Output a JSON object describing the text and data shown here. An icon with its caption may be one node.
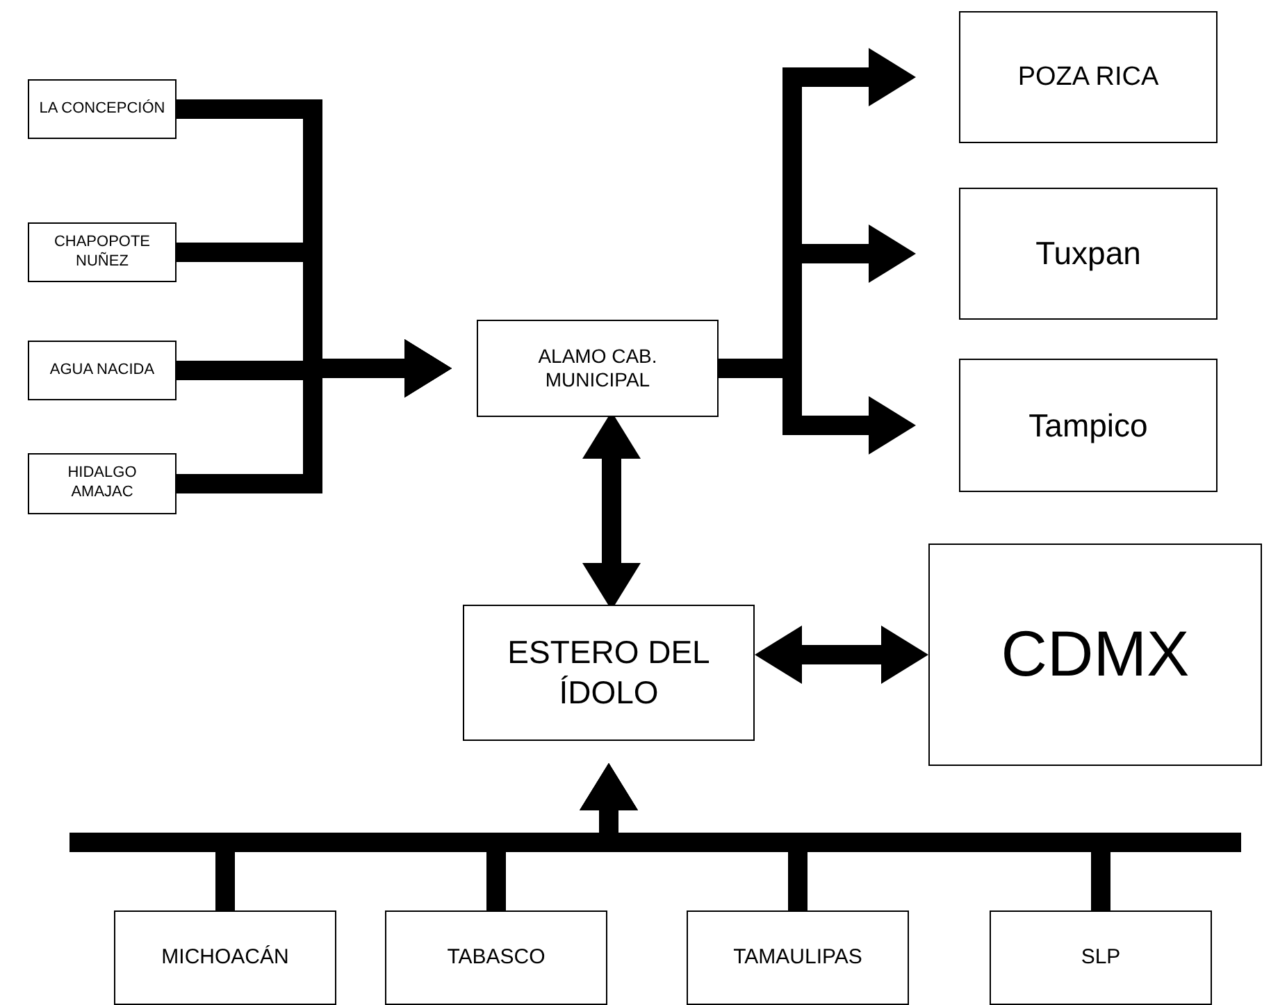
{
  "diagram": {
    "nodes": [
      {
        "text": [
          "LA CONCEPCIÓN"
        ]
      },
      {
        "text": [
          "CHAPOPOTE NUÑEZ"
        ]
      },
      {
        "text": [
          "AGUA NACIDA"
        ]
      },
      {
        "text": [
          "HIDALGO AMAJAC"
        ]
      },
      {
        "text": [
          "ALAMO CAB. MUNICIPAL"
        ]
      },
      {
        "text": [
          "POZA RICA"
        ]
      },
      {
        "text": [
          "Tuxpan"
        ]
      },
      {
        "text": [
          "Tampico"
        ]
      },
      {
        "text": [
          "ESTERO DEL ÍDOLO"
        ]
      },
      {
        "text": [
          "CDMX"
        ]
      },
      {
        "text": [
          "MICHOACÁN"
        ]
      },
      {
        "text": [
          "TABASCO"
        ]
      },
      {
        "text": [
          "TAMAULIPAS"
        ]
      },
      {
        "text": [
          "SLP"
        ]
      }
    ],
    "edges": [
      {
        "from": 0,
        "to": 4,
        "arrow": "to"
      },
      {
        "from": 1,
        "to": 4,
        "arrow": "to"
      },
      {
        "from": 2,
        "to": 4,
        "arrow": "to"
      },
      {
        "from": 3,
        "to": 4,
        "arrow": "to"
      },
      {
        "from": 4,
        "to": 5,
        "arrow": "to"
      },
      {
        "from": 4,
        "to": 6,
        "arrow": "to"
      },
      {
        "from": 4,
        "to": 7,
        "arrow": "to"
      },
      {
        "from": 4,
        "to": 8,
        "arrow": "both"
      },
      {
        "from": 8,
        "to": 9,
        "arrow": "both"
      },
      {
        "from": 10,
        "to": 8,
        "arrow": "to"
      },
      {
        "from": 11,
        "to": 8,
        "arrow": "to"
      },
      {
        "from": 12,
        "to": 8,
        "arrow": "to"
      },
      {
        "from": 13,
        "to": 8,
        "arrow": "to"
      }
    ]
  }
}
